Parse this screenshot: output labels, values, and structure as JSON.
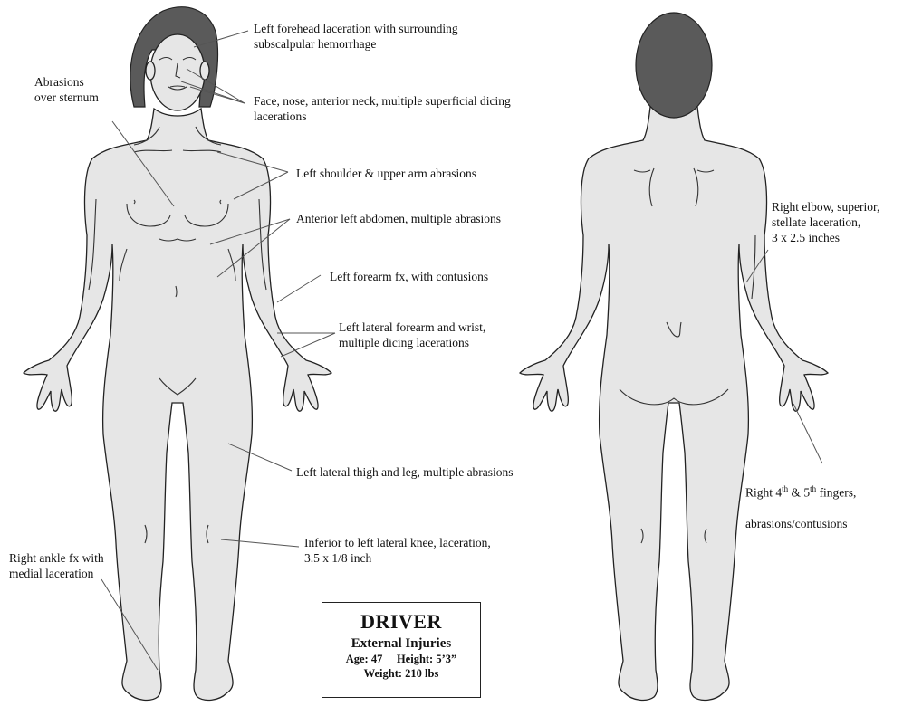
{
  "labels": {
    "forehead": "Left forehead laceration with surrounding\nsubscalpular hemorrhage",
    "sternum": "Abrasions\nover sternum",
    "face": "Face, nose, anterior neck, multiple superficial dicing\nlacerations",
    "shoulder": "Left shoulder & upper arm abrasions",
    "abdomen": "Anterior left abdomen, multiple abrasions",
    "forearm_fx": "Left forearm fx, with contusions",
    "forearm_wrist": "Left lateral forearm and wrist,\nmultiple dicing lacerations",
    "thigh": "Left lateral thigh and leg, multiple abrasions",
    "knee": "Inferior to left lateral knee, laceration,\n3.5 x 1/8 inch",
    "ankle": "Right ankle fx with\nmedial laceration",
    "elbow": "Right elbow, superior,\nstellate laceration,\n3 x 2.5 inches",
    "fingers_line1_a": "Right 4",
    "fingers_sup1": "th",
    "fingers_line1_b": " & 5",
    "fingers_sup2": "th",
    "fingers_line1_c": "  fingers,",
    "fingers_line2": "abrasions/contusions"
  },
  "infobox": {
    "title": "DRIVER",
    "subtitle": "External Injuries",
    "age_label": "Age:",
    "age_value": "47",
    "height_label": "Height:",
    "height_value": "5’3”",
    "weight_label": "Weight:",
    "weight_value": "210 lbs"
  }
}
